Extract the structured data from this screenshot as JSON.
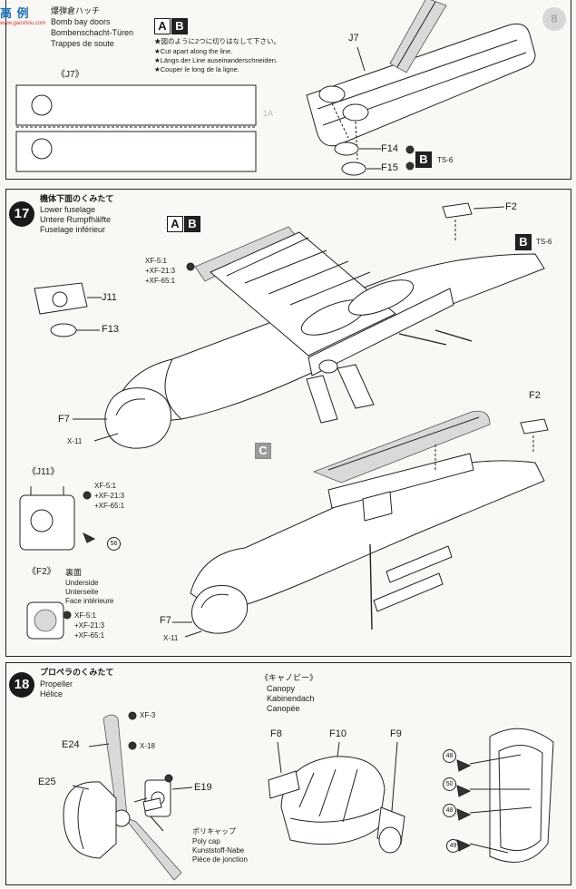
{
  "header": {
    "logo_text": "高 例",
    "logo_sub": "www.gaoshou.com",
    "bomb_bay_jp": "爆弾倉ハッチ",
    "bomb_bay_en": "Bomb bay doors",
    "bomb_bay_de": "Bombenschacht-Türen",
    "bomb_bay_fr": "Trappes de soute",
    "boxA": "A",
    "boxB": "B",
    "cut_jp": "★図のように2つに切りはなして下さい。",
    "cut_en": "★Cut apart along the line.",
    "cut_de": "★Längs der Line auseinanderschneiden.",
    "cut_fr": "★Couper le long de la ligne.",
    "j7_detail": "《J7》",
    "j7": "J7",
    "f14": "F14",
    "f15": "F15",
    "boxB2": "B",
    "ts6": "TS-6",
    "step8": "8",
    "ghost_a1": "1A"
  },
  "step17": {
    "number": "17",
    "title_jp": "機体下面のくみたて",
    "title_en": "Lower fuselage",
    "title_de": "Untere Rumpfhälfte",
    "title_fr": "Fuselage inférieur",
    "boxA": "A",
    "boxB": "B",
    "boxB2": "B",
    "boxC": "C",
    "ts6": "TS-6",
    "f2_top": "F2",
    "f2_mid": "F2",
    "paint_xf5": "XF-5:1",
    "paint_xf21": "+XF-21:3",
    "paint_xf65": "+XF-65:1",
    "j11": "J11",
    "f13": "F13",
    "f7_a": "F7",
    "x11_a": "X-11",
    "f7_b": "F7",
    "x11_b": "X-11",
    "j11_detail": "《J11》",
    "j11_xf5": "XF-5:1",
    "j11_xf21": "+XF-21:3",
    "j11_xf65": "+XF-65:1",
    "j11_num": "56",
    "f2_detail": "《F2》",
    "f2_jp": "裏面",
    "underside_en": "Underside",
    "underside_de": "Unterseite",
    "underside_fr": "Face intérieure",
    "f2_xf5": "XF-5:1",
    "f2_xf21": "+XF-21:3",
    "f2_xf65": "+XF-65:1"
  },
  "step18": {
    "number": "18",
    "title_jp": "プロペラのくみたて",
    "title_en": "Propeller",
    "title_fr": "Hélice",
    "xf3": "XF-3",
    "x18": "X-18",
    "e24": "E24",
    "e25": "E25",
    "e19": "E19",
    "polycap_jp": "ポリキャップ",
    "polycap_en": "Poly cap",
    "polycap_de": "Kunststoff-Nabe",
    "polycap_fr": "Pièce de jonction",
    "canopy_jp": "《キャノピー》",
    "canopy_en": "Canopy",
    "canopy_de": "Kabinendach",
    "canopy_fr": "Canopée",
    "f8": "F8",
    "f10": "F10",
    "f9": "F9",
    "n48a": "48",
    "n50": "50",
    "n48b": "48",
    "n49": "49"
  },
  "colors": {
    "ink": "#1a1a1a",
    "paper": "#f9f8f4",
    "logo_blue": "#1c6fb5"
  }
}
